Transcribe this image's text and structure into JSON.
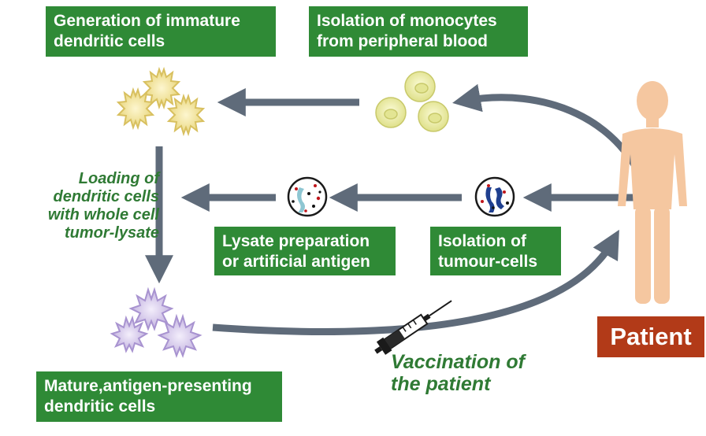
{
  "boxes": {
    "generation": "Generation of immature\ndendritic cells",
    "isolation_monocytes": "Isolation of monocytes\nfrom peripheral blood",
    "lysate": "Lysate preparation\nor artificial antigen",
    "tumour_cells": "Isolation of\ntumour-cells",
    "mature": "Mature,antigen-presenting\ndendritic cells"
  },
  "labels": {
    "loading": "Loading of\ndendritic cells\nwith whole cell\ntumor-lysate",
    "vaccination": "Vaccination of\nthe patient",
    "patient": "Patient"
  },
  "colors": {
    "box_green": "#2f8a36",
    "label_green": "#2f7a34",
    "arrow_gray": "#5f6b7a",
    "patient_red": "#b23a18",
    "skin": "#f5c7a0",
    "immature_dc": "#f1e3a0",
    "monocyte": "#eef0a8",
    "mature_dc": "#d9cdee"
  },
  "icons": [
    "human-figure-icon",
    "monocyte-icon",
    "immature-dendritic-cell-icon",
    "mature-dendritic-cell-icon",
    "tumour-cell-icon",
    "lysate-cell-icon",
    "syringe-icon"
  ]
}
